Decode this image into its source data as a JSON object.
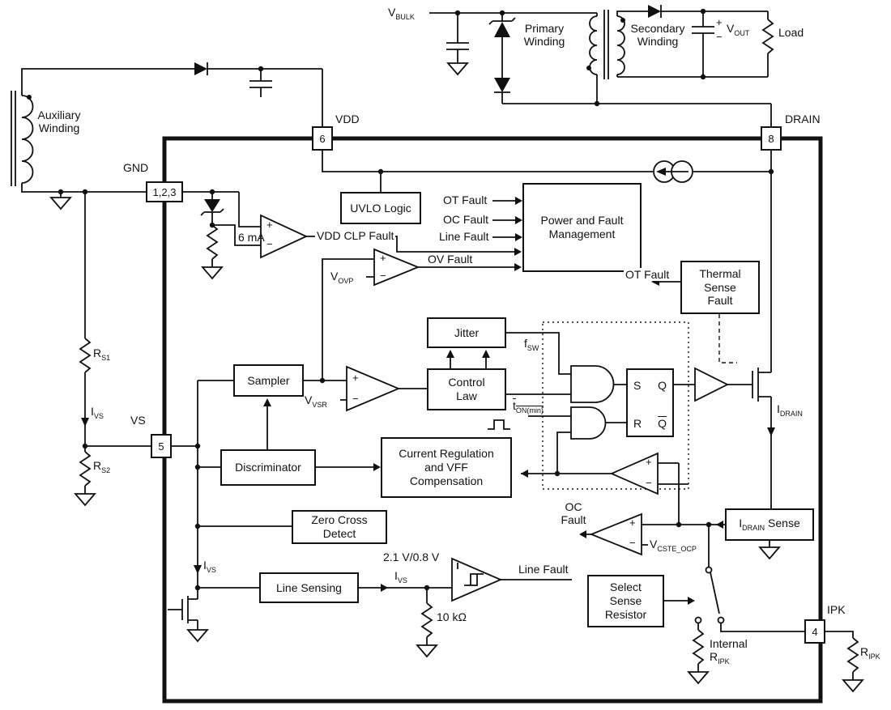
{
  "pins": {
    "vdd": {
      "num": "6",
      "name": "VDD"
    },
    "drain": {
      "num": "8",
      "name": "DRAIN"
    },
    "gnd": {
      "num": "1,2,3",
      "name": "GND"
    },
    "vs": {
      "num": "5",
      "name": "VS"
    },
    "ipk": {
      "num": "4",
      "name": "IPK"
    }
  },
  "blocks": {
    "uvlo": {
      "l1": "UVLO Logic"
    },
    "pfm": {
      "l1": "Power and Fault",
      "l2": "Management"
    },
    "thermal": {
      "l1": "Thermal",
      "l2": "Sense",
      "l3": "Fault"
    },
    "jitter": {
      "l1": "Jitter"
    },
    "control_law": {
      "l1": "Control",
      "l2": "Law"
    },
    "sampler": {
      "l1": "Sampler"
    },
    "discriminator": {
      "l1": "Discriminator"
    },
    "current_reg": {
      "l1": "Current Regulation",
      "l2": "and VFF",
      "l3": "Compensation"
    },
    "zcd": {
      "l1": "Zero Cross",
      "l2": "Detect"
    },
    "line_sensing": {
      "l1": "Line Sensing"
    },
    "select_sense": {
      "l1": "Select",
      "l2": "Sense",
      "l3": "Resistor"
    },
    "idrain_sense": {
      "base": "I",
      "sub": "DRAIN",
      "rest": " Sense"
    },
    "latch": {
      "s": "S",
      "q": "Q",
      "r": "R",
      "qbar": "Q"
    }
  },
  "labels": {
    "vbulk": {
      "base": "V",
      "sub": "BULK"
    },
    "vout": {
      "base": "V",
      "sub": "OUT"
    },
    "vovp": {
      "base": "V",
      "sub": "OVP"
    },
    "vvsr": {
      "base": "V",
      "sub": "VSR"
    },
    "vcste": {
      "base": "V",
      "sub": "CSTE_OCP"
    },
    "fsw": {
      "base": "f",
      "sub": "SW"
    },
    "tonmin": {
      "base": "t",
      "sub": "ON(min)"
    },
    "idrain": {
      "base": "I",
      "sub": "DRAIN"
    },
    "ivs": {
      "base": "I",
      "sub": "VS"
    },
    "rs1": {
      "base": "R",
      "sub": "S1"
    },
    "rs2": {
      "base": "R",
      "sub": "S2"
    },
    "ripk": {
      "base": "R",
      "sub": "IPK"
    },
    "internal": "Internal",
    "primary": {
      "l1": "Primary",
      "l2": "Winding"
    },
    "secondary": {
      "l1": "Secondary",
      "l2": "Winding"
    },
    "auxiliary": {
      "l1": "Auxiliary",
      "l2": "Winding"
    },
    "load": "Load",
    "six_ma": "6 mA",
    "vdd_clp_fault": "VDD CLP Fault",
    "ot_fault": "OT Fault",
    "oc_fault": "OC Fault",
    "line_fault": "Line Fault",
    "ov_fault": "OV Fault",
    "oc": "OC",
    "fault": "Fault",
    "threshold": "2.1 V/0.8 V",
    "r10k": "10 kΩ"
  },
  "sym": {
    "plus": "+",
    "minus": "−"
  }
}
